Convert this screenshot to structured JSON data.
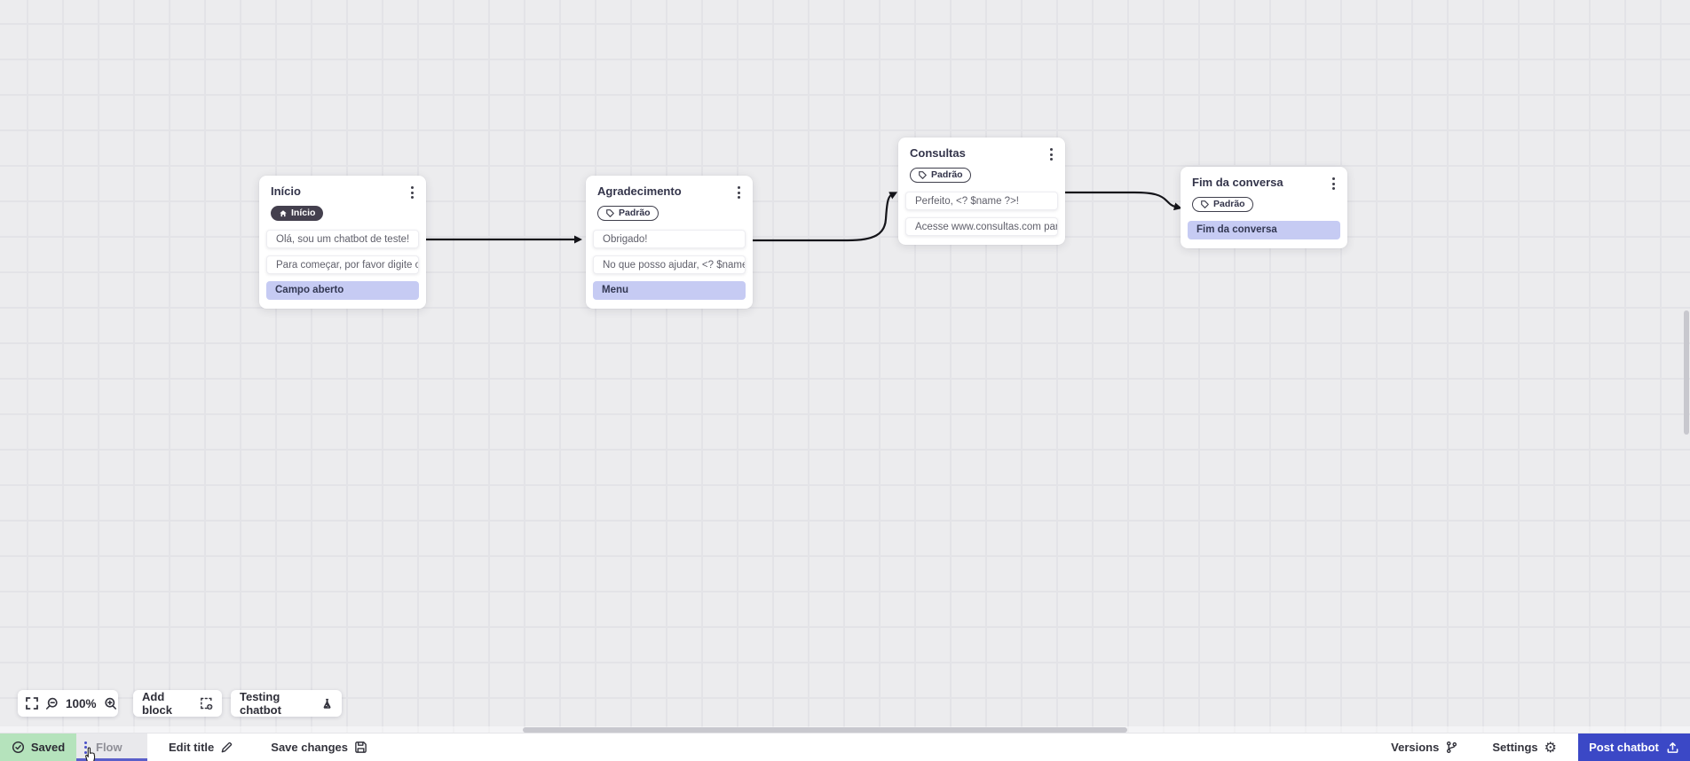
{
  "canvas": {
    "nodes": [
      {
        "title": "Início",
        "badge": {
          "label": "Início",
          "style": "start"
        },
        "rows": [
          {
            "text": "Olá, sou um chatbot de teste!",
            "style": "message"
          },
          {
            "text": "Para começar, por favor digite o ...",
            "style": "message"
          },
          {
            "text": "Campo aberto",
            "style": "action"
          }
        ]
      },
      {
        "title": "Agradecimento",
        "badge": {
          "label": "Padrão",
          "style": "default"
        },
        "rows": [
          {
            "text": "Obrigado!",
            "style": "message"
          },
          {
            "text": "No que posso ajudar, <? $name ...",
            "style": "message"
          },
          {
            "text": "Menu",
            "style": "action"
          }
        ]
      },
      {
        "title": "Consultas",
        "badge": {
          "label": "Padrão",
          "style": "default"
        },
        "rows": [
          {
            "text": "Perfeito, <? $name ?>!",
            "style": "message"
          },
          {
            "text": "Acesse www.consultas.com par...",
            "style": "message"
          }
        ]
      },
      {
        "title": "Fim da conversa",
        "badge": {
          "label": "Padrão",
          "style": "default"
        },
        "rows": [
          {
            "text": "Fim da conversa",
            "style": "action"
          }
        ]
      }
    ]
  },
  "toolbar": {
    "zoom_level": "100%",
    "add_block": "Add block",
    "testing_chatbot": "Testing chatbot"
  },
  "statusbar": {
    "saved": "Saved",
    "flow_tab": "Flow",
    "edit_title": "Edit title",
    "save_changes": "Save changes",
    "versions": "Versions",
    "settings": "Settings",
    "post_chatbot": "Post chatbot"
  },
  "colors": {
    "accent_blue": "#3b48c6",
    "tab_underline": "#5a5fc9",
    "saved_green": "#b5e3bc",
    "action_row_lavender": "#c6cbf3",
    "wire_black": "#15151a",
    "canvas_gray": "#ececee"
  }
}
